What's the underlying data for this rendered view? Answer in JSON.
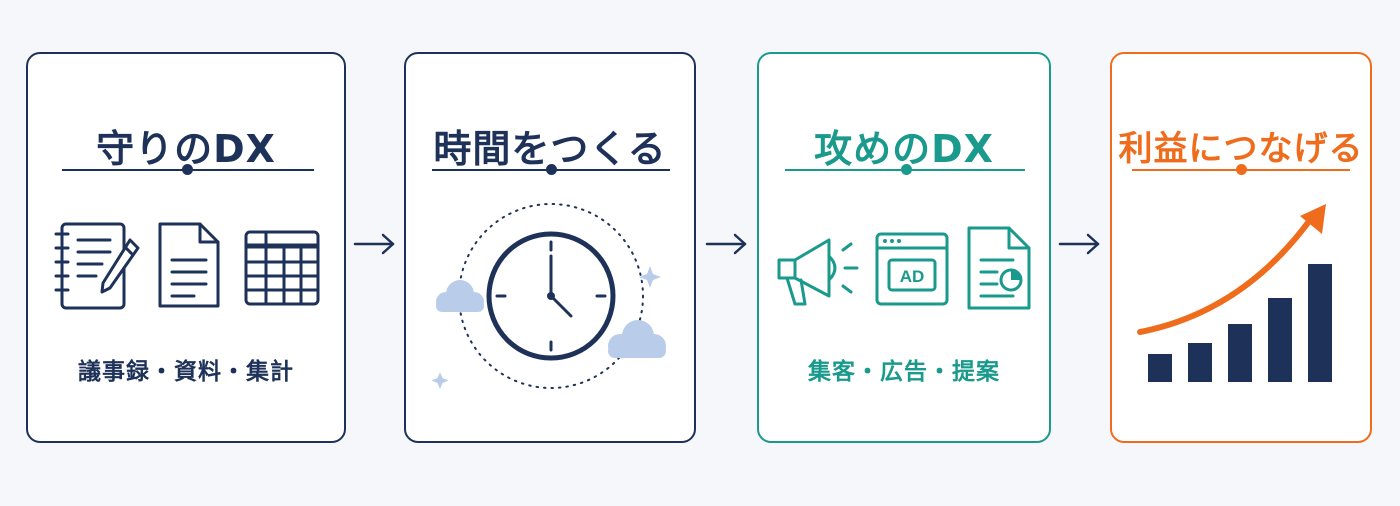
{
  "colors": {
    "navy": "#1e3259",
    "teal": "#1a9a8c",
    "orange": "#ef6c1d",
    "light_blue": "#b9cdea"
  },
  "steps": [
    {
      "title": "守りのDX",
      "caption": "議事録・資料・集計",
      "icons": [
        "notebook-pen-icon",
        "document-icon",
        "spreadsheet-icon"
      ]
    },
    {
      "title": "時間をつくる",
      "icons": [
        "clock-icon",
        "cloud-icon",
        "sparkle-icon"
      ]
    },
    {
      "title": "攻めのDX",
      "caption": "集客・広告・提案",
      "icons": [
        "megaphone-icon",
        "ad-window-icon",
        "report-chart-icon"
      ],
      "ad_label": "AD"
    },
    {
      "title": "利益につなげる",
      "icons": [
        "growth-bars-icon",
        "trend-arrow-icon"
      ]
    }
  ]
}
